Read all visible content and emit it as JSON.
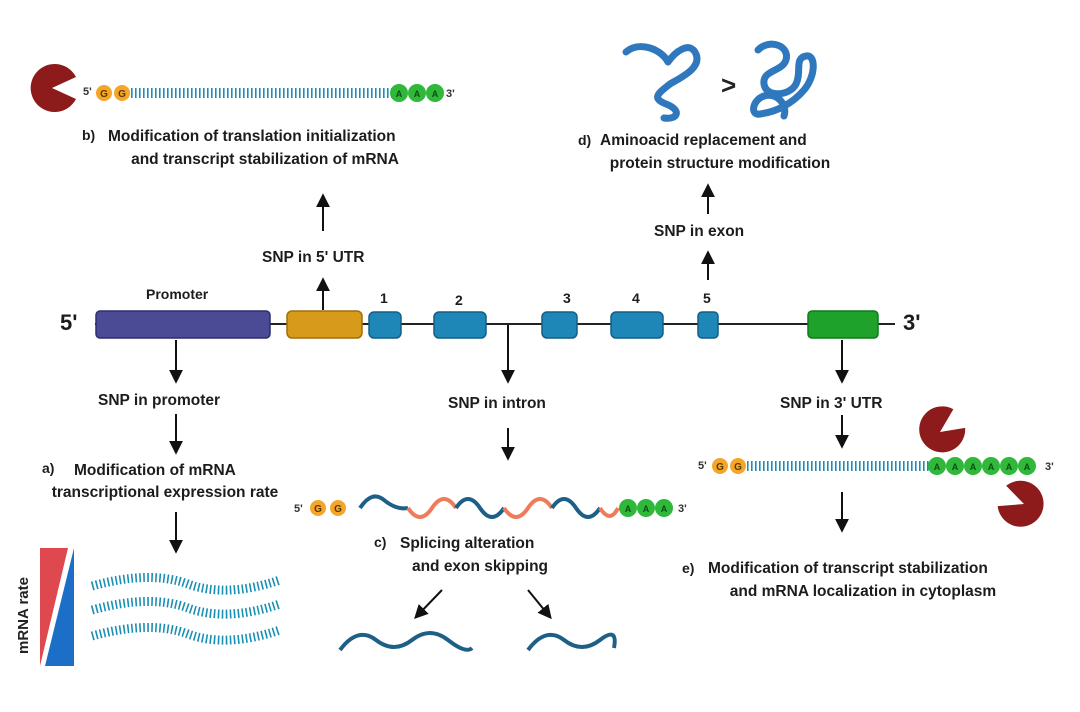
{
  "gene": {
    "five_prime": "5'",
    "three_prime": "3'",
    "promoter": "Promoter",
    "exons": [
      "1",
      "2",
      "3",
      "4",
      "5"
    ]
  },
  "snp": {
    "utr5": "SNP in 5'  UTR",
    "promoter": "SNP in promoter",
    "intron": "SNP in intron",
    "exon": "SNP in exon",
    "utr3": "SNP in 3'  UTR"
  },
  "effects": {
    "a": {
      "letter": "a)",
      "line1": "Modification of mRNA",
      "line2": "transcriptional expression rate"
    },
    "b": {
      "letter": "b)",
      "line1": "Modification of translation initialization",
      "line2": "and transcript stabilization of mRNA"
    },
    "c": {
      "letter": "c)",
      "line1": "Splicing alteration",
      "line2": "and exon skipping"
    },
    "d": {
      "letter": "d)",
      "line1": "Aminoacid replacement and",
      "line2": "protein  structure modification"
    },
    "e": {
      "letter": "e)",
      "line1": "Modification of transcript stabilization",
      "line2": "and mRNA localization in cytoplasm"
    }
  },
  "mrna": {
    "five": "5'",
    "three": "3'",
    "cap": "G",
    "tail": "A"
  },
  "protein": {
    "compare": ">"
  },
  "mrna_rate_label": "mRNA rate",
  "colors": {
    "promoter": "#4b4a95",
    "utr5": "#d79a1b",
    "exon": "#1f86b8",
    "utr3": "#1ea22b",
    "cap": "#f4a62a",
    "polyA": "#2fb83a",
    "pacman": "#8e1b1b",
    "strand": "#1a8fb3",
    "intron_strand": "#ee7c5a",
    "rate_red": "#e0484f",
    "rate_blue": "#1c6fc6",
    "protein": "#2f78bd"
  }
}
